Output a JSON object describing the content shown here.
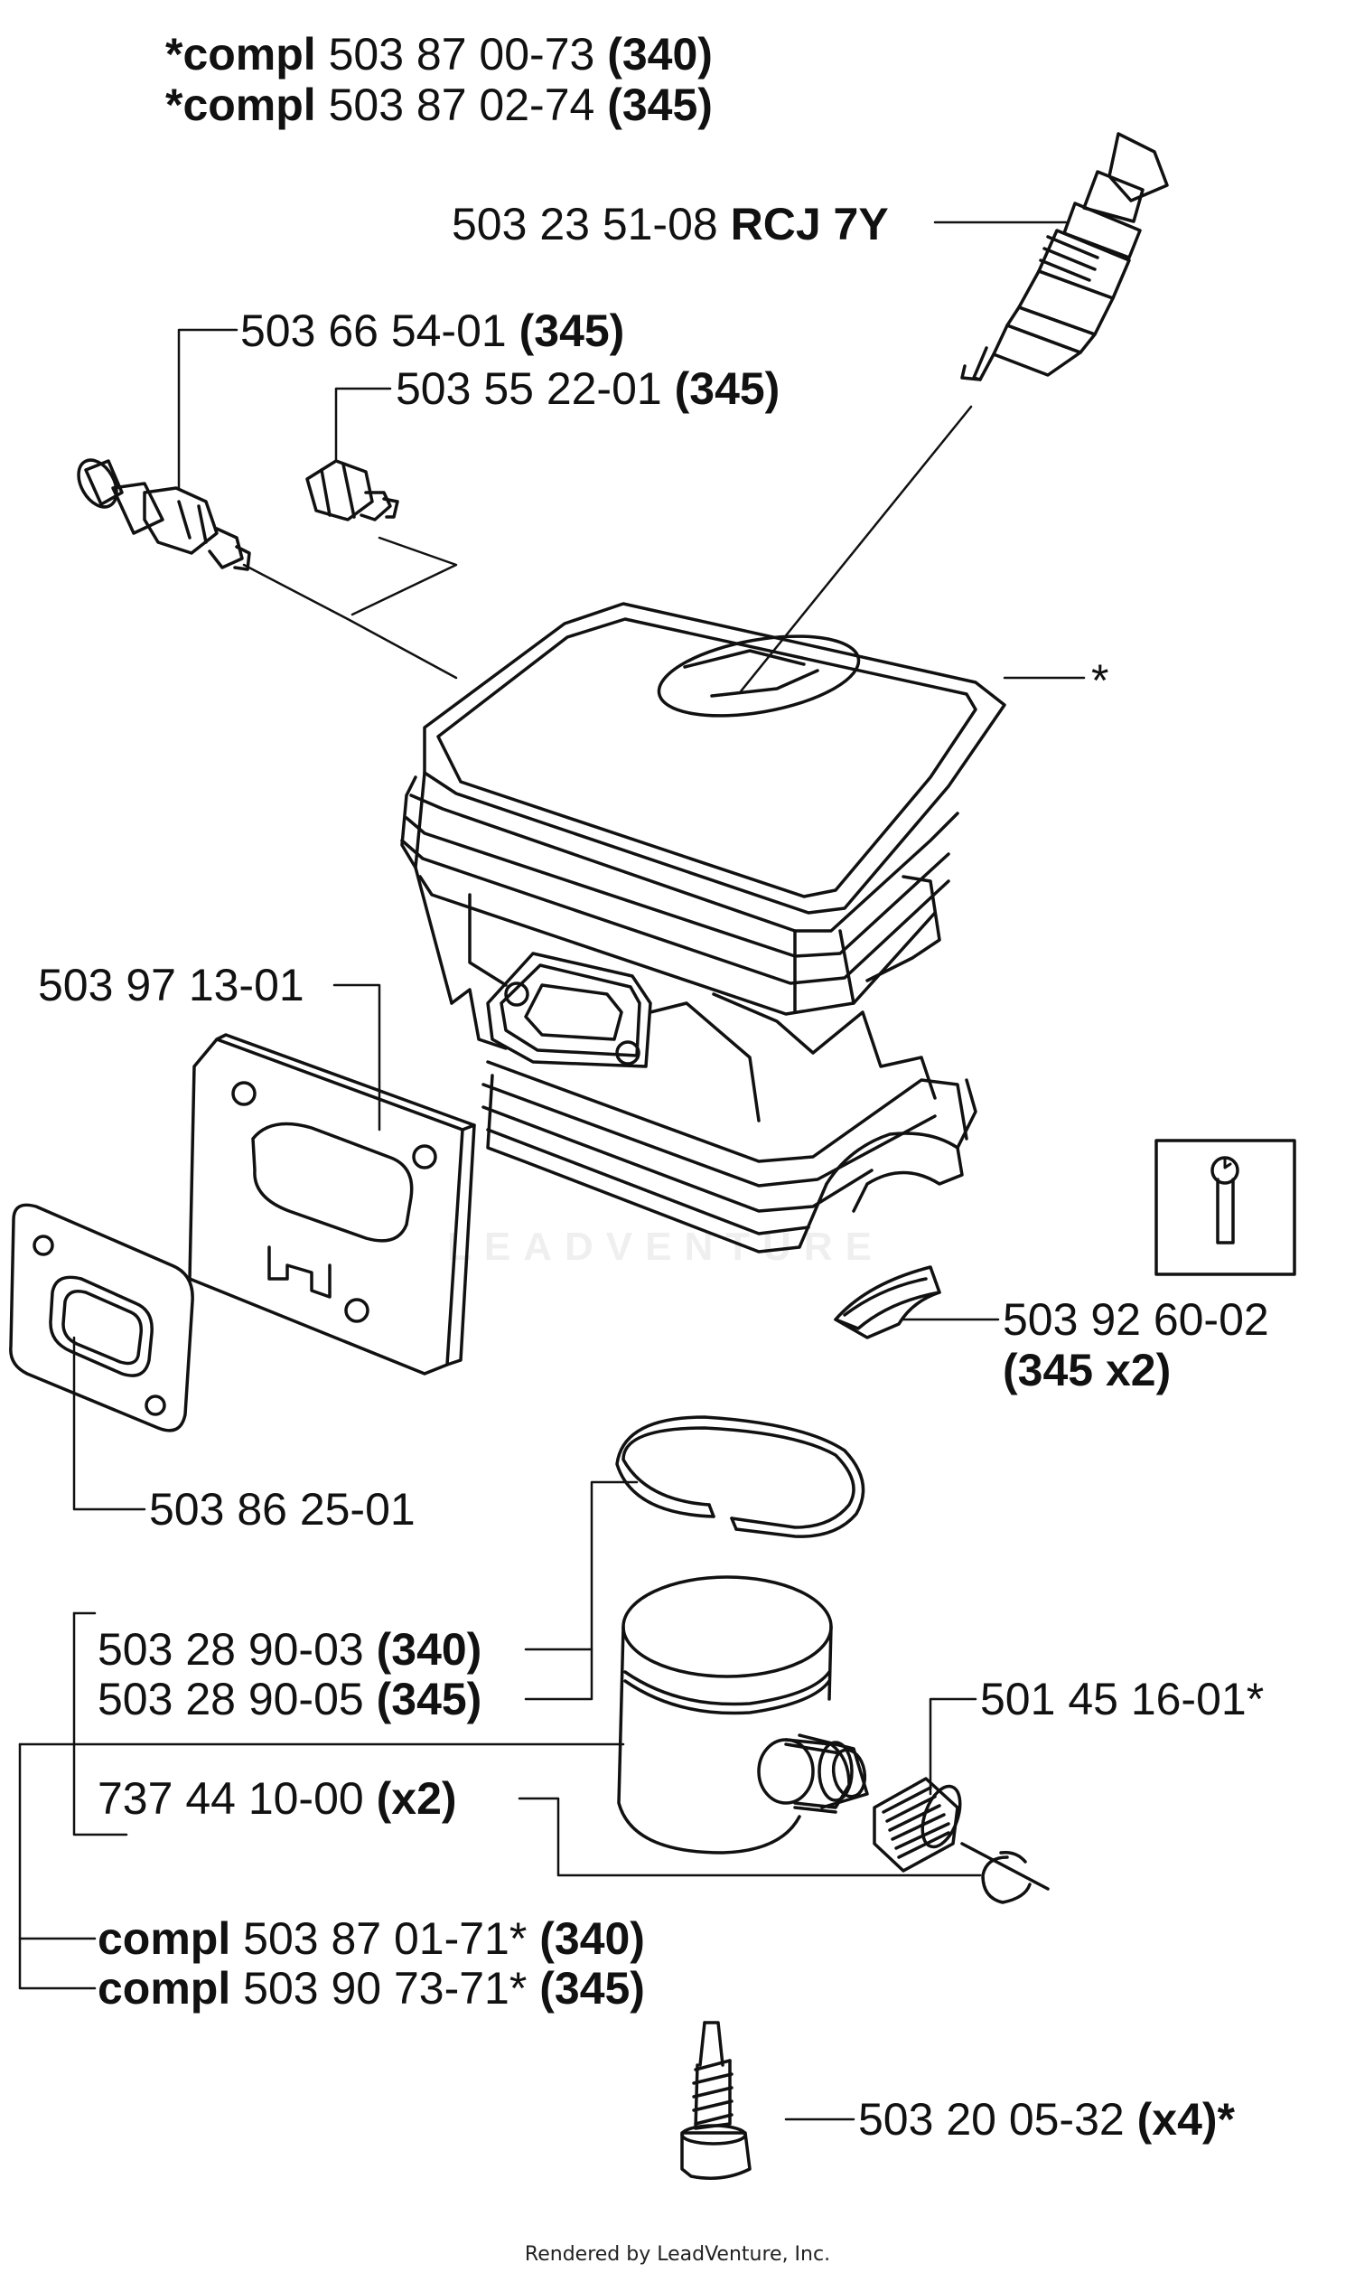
{
  "header": {
    "line1": {
      "prefix": "*compl",
      "number": "503 87 00-73",
      "suffix": "(340)"
    },
    "line2": {
      "prefix": "*compl",
      "number": "503 87 02-74",
      "suffix": "(345)"
    }
  },
  "parts": {
    "spark_plug": {
      "number": "503 23 51-08",
      "suffix": "RCJ 7Y"
    },
    "decomp_valve": {
      "number": "503 66 54-01",
      "suffix": "(345)"
    },
    "plug_screw": {
      "number": "503 55 22-01",
      "suffix": "(345)"
    },
    "cylinder_marker": "*",
    "gasket_plate": {
      "number": "503 97 13-01"
    },
    "shim": {
      "number": "503 92 60-02",
      "suffix": "(345 x2)"
    },
    "exhaust_gasket": {
      "number": "503 86 25-01"
    },
    "piston_ring_340": {
      "number": "503 28 90-03",
      "suffix": "(340)"
    },
    "piston_ring_345": {
      "number": "503 28 90-05",
      "suffix": "(345)"
    },
    "bearing": {
      "number": "501 45 16-01*"
    },
    "circlip": {
      "number": "737 44 10-00",
      "suffix": "(x2)"
    },
    "piston_compl_340": {
      "prefix": "compl",
      "number": "503 87 01-71*",
      "suffix": "(340)"
    },
    "piston_compl_345": {
      "prefix": "compl",
      "number": "503 90 73-71*",
      "suffix": "(345)"
    },
    "screw": {
      "number": "503 20 05-32",
      "suffix": "(x4)*"
    }
  },
  "watermark": "LEADVENTURE",
  "footer": "Rendered by LeadVenture, Inc.",
  "colors": {
    "line": "#111111",
    "background": "#ffffff"
  }
}
